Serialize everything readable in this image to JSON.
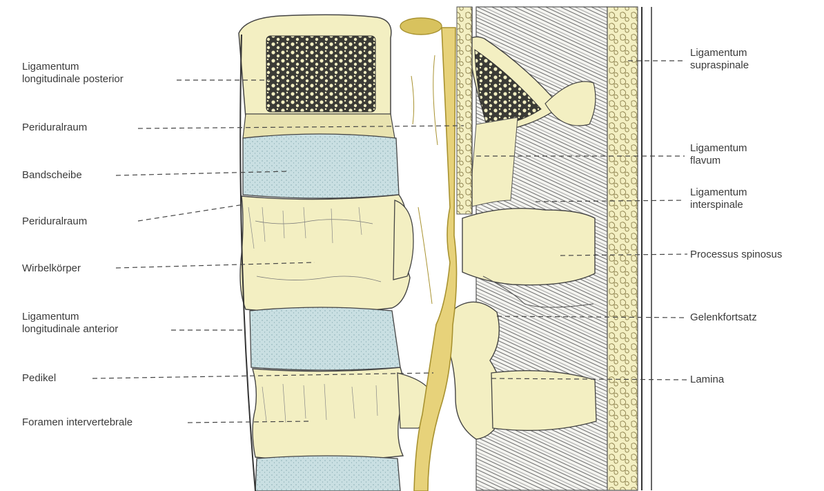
{
  "colors": {
    "bone": "#f3efc2",
    "bone_shade": "#e6dfa6",
    "disc": "#c9dfe2",
    "nerve": "#e7d27a",
    "nerve_edge": "#a89230",
    "cancellous": "#3b3b36",
    "muscle": "#f4f4f0",
    "leader": "#444444"
  },
  "labels_left": [
    "Ligamentum\nlongitudinale posterior",
    "Periduralraum",
    "Bandscheibe",
    "Periduralraum",
    "Wirbelkörper",
    "Ligamentum\nlongitudinale anterior",
    "Pedikel",
    "Foramen intervertebrale"
  ],
  "labels_right": [
    "Ligamentum\nsupraspinale",
    "Ligamentum\nflavum",
    "Ligamentum\ninterspinale",
    "Processus spinosus",
    "Gelenkfortsatz",
    "Lamina"
  ]
}
